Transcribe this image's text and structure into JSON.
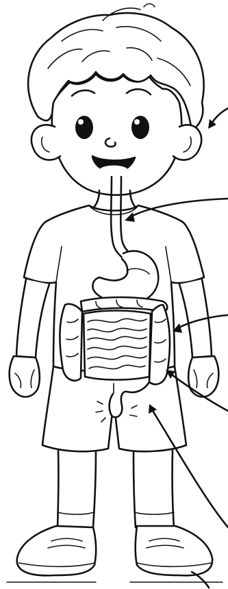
{
  "colors": {
    "ink": "#111111",
    "background": "#ffffff",
    "mouth_inner": "#111111",
    "tongue": "#ffffff"
  },
  "illustration": {
    "subject": "boy-digestive-system-coloring-page",
    "pointer_arrows": [
      "mouth-pointer",
      "esophagus-pointer",
      "large-intestine-pointer",
      "small-intestine-pointer",
      "rectum-pointer"
    ]
  }
}
